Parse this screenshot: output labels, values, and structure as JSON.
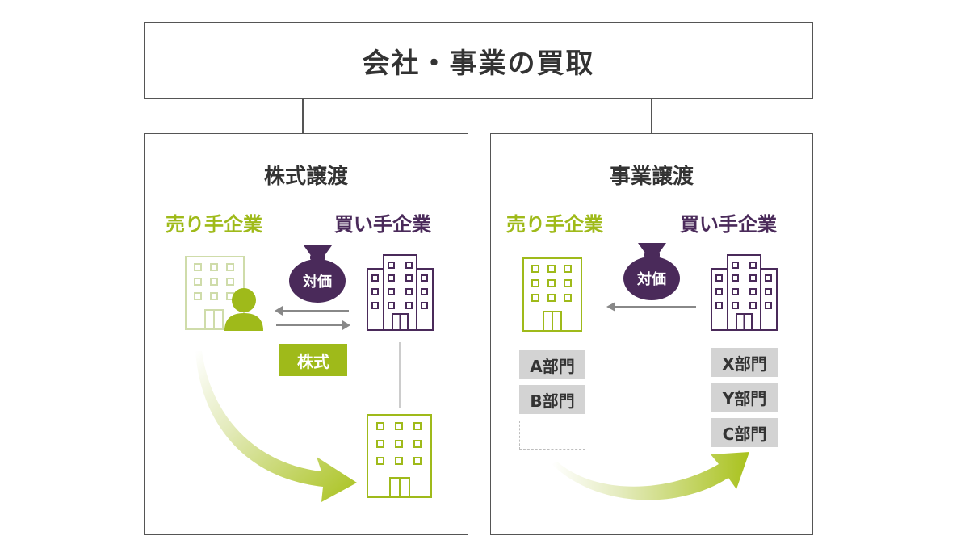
{
  "title": "会社・事業の買取",
  "left_panel": {
    "heading": "株式譲渡",
    "seller_label": "売り手企業",
    "buyer_label": "買い手企業",
    "consideration_label": "対価",
    "stock_label": "株式"
  },
  "right_panel": {
    "heading": "事業譲渡",
    "seller_label": "売り手企業",
    "buyer_label": "買い手企業",
    "consideration_label": "対価",
    "seller_departments": [
      "A部門",
      "B部門"
    ],
    "buyer_departments": [
      "X部門",
      "Y部門",
      "C部門"
    ]
  },
  "colors": {
    "seller": "#9fba1a",
    "seller_light": "#cfdcaa",
    "buyer": "#4a2a5a",
    "arrow_gray": "#888888",
    "dept_fill": "#d3d3d3"
  }
}
